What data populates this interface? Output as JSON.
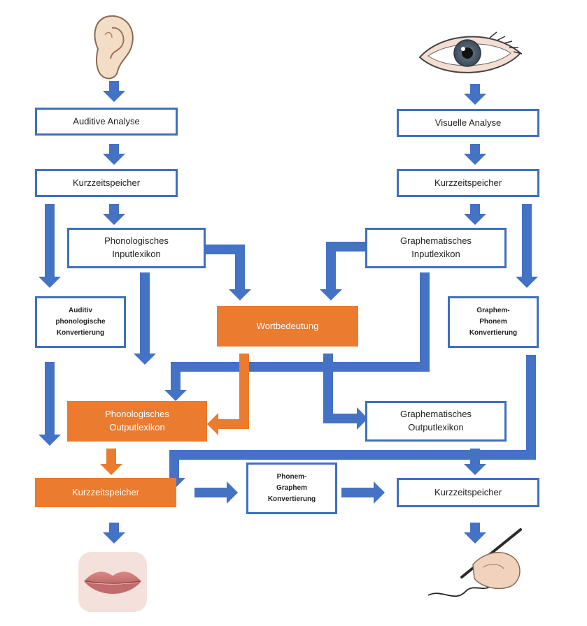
{
  "colors": {
    "blue": "#4472c4",
    "orange": "#ea7b2f",
    "box_border": "#3f6fbf"
  },
  "icons": [
    "ear-icon",
    "eye-icon",
    "lips-icon",
    "writing-hand-icon"
  ],
  "nodes": {
    "auditive_analyse": "Auditive Analyse",
    "visuelle_analyse": "Visuelle Analyse",
    "kurzzeit_left": "Kurzzeitspeicher",
    "kurzzeit_right": "Kurzzeitspeicher",
    "phon_input_1": "Phonologisches",
    "phon_input_2": "Inputlexikon",
    "graph_input_1": "Graphematisches",
    "graph_input_2": "Inputlexikon",
    "aud_phon_1": "Auditiv",
    "aud_phon_2": "phonologische",
    "aud_phon_3": "Konvertierung",
    "wortbedeutung": "Wortbedeutung",
    "graph_phon_1": "Graphem-",
    "graph_phon_2": "Phonem",
    "graph_phon_3": "Konvertierung",
    "phon_output_1": "Phonologisches",
    "phon_output_2": "Outputlexikon",
    "graph_output_1": "Graphematisches",
    "graph_output_2": "Outputlexikon",
    "kurzzeit_bottom_left": "Kurzzeitspeicher",
    "phon_graph_1": "Phonem-",
    "phon_graph_2": "Graphem",
    "phon_graph_3": "Konvertierung",
    "kurzzeit_bottom_right": "Kurzzeitspeicher"
  }
}
